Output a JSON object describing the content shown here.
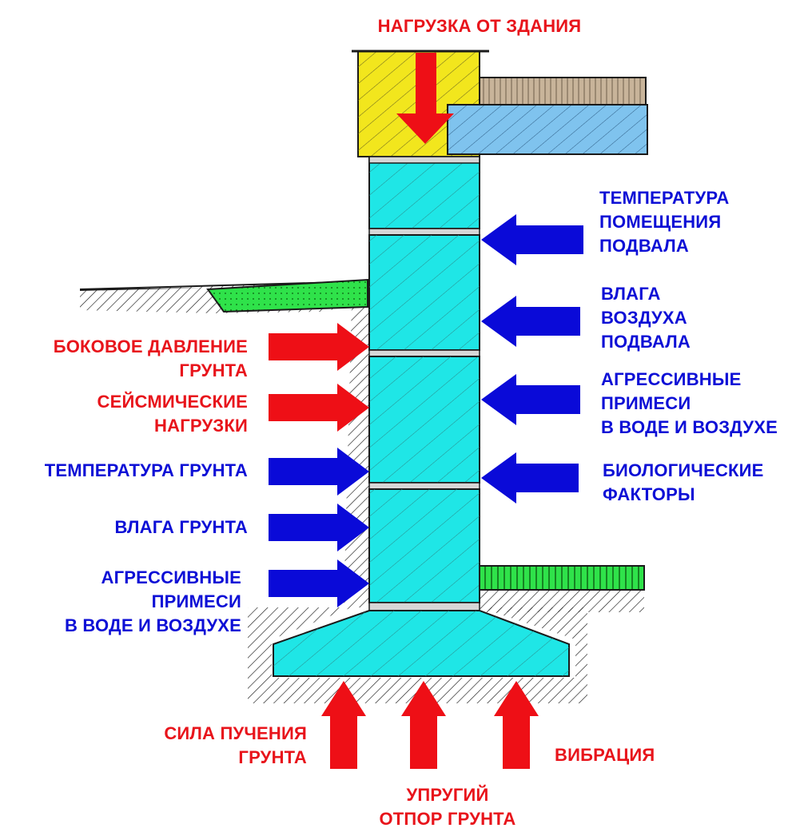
{
  "colors": {
    "red_arrow": "#ee0f16",
    "blue_arrow": "#0a0ad8",
    "concrete_cyan": "#1fe6e6",
    "beam_yellow": "#f2e61d",
    "slab_blue": "#7fc3ee",
    "floor_tan": "#c8b49a",
    "soil_green": "#2fe24a",
    "joint_gray": "#d7d7d7",
    "text_red": "#e8141b",
    "text_blue": "#0d0fd6"
  },
  "labels": {
    "top_load": "НАГРУЗКА ОТ ЗДАНИЯ",
    "right": [
      [
        "ТЕМПЕРАТУРА",
        "ПОМЕЩЕНИЯ",
        "ПОДВАЛА"
      ],
      [
        "ВЛАГА",
        "ВОЗДУХА",
        "ПОДВАЛА"
      ],
      [
        "АГРЕССИВНЫЕ",
        "ПРИМЕСИ",
        "В ВОДЕ И ВОЗДУХЕ"
      ],
      [
        "БИОЛОГИЧЕСКИЕ",
        "ФАКТОРЫ"
      ]
    ],
    "left": [
      [
        "БОКОВОЕ ДАВЛЕНИЕ",
        "ГРУНТА"
      ],
      [
        "СЕЙСМИЧЕСКИЕ",
        "НАГРУЗКИ"
      ],
      [
        "ТЕМПЕРАТУРА ГРУНТА"
      ],
      [
        "ВЛАГА ГРУНТА"
      ],
      [
        "АГРЕССИВНЫЕ",
        "ПРИМЕСИ",
        "В ВОДЕ И ВОЗДУХЕ"
      ]
    ],
    "bottom_left": [
      "СИЛА ПУЧЕНИЯ",
      "ГРУНТА"
    ],
    "bottom_center": [
      "УПРУГИЙ",
      "ОТПОР ГРУНТА"
    ],
    "bottom_right": "ВИБРАЦИЯ"
  }
}
